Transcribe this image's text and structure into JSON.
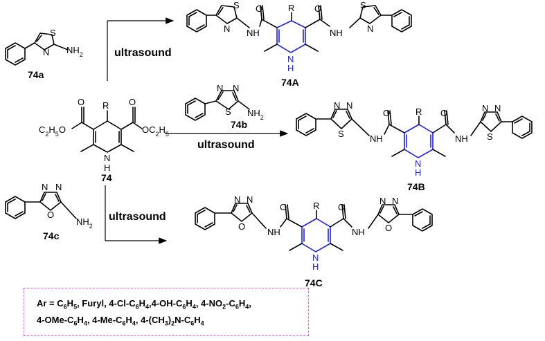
{
  "labels": {
    "reagent_a": "74a",
    "reagent_b": "74b",
    "reagent_c": "74c",
    "start": "74",
    "product_a": "74A",
    "product_b": "74B",
    "product_c": "74C"
  },
  "conditions": {
    "a": "ultrasound",
    "b": "ultrasound",
    "c": "ultrasound"
  },
  "atoms": {
    "S": "S",
    "N": "N",
    "O": "O",
    "R": "R",
    "NH": "NH",
    "H": "H",
    "NH2_base": "NH",
    "NH2_sub": "2",
    "C2H5O_left": "C",
    "OC2H5_right": "OC",
    "two": "2",
    "five": "5",
    "O_ester": "O"
  },
  "note": {
    "line1_parts": [
      "Ar = C",
      "6",
      "H",
      "5",
      ", Furyl, 4-Cl-C",
      "6",
      "H",
      "4",
      ",4-OH-C",
      "6",
      "H",
      "4",
      ", 4-NO",
      "2",
      "-C",
      "6",
      "H",
      "4",
      ","
    ],
    "line2_parts": [
      "4-OMe-C",
      "6",
      "H",
      "4",
      ", 4-Me-C",
      "6",
      "H",
      "4",
      ", 4-(CH",
      "3",
      ")",
      "2",
      "N-C",
      "6",
      "H",
      "4"
    ]
  },
  "colors": {
    "dihydropyridine_ring": "#1a1aff",
    "note_border": "#ff44ff"
  }
}
